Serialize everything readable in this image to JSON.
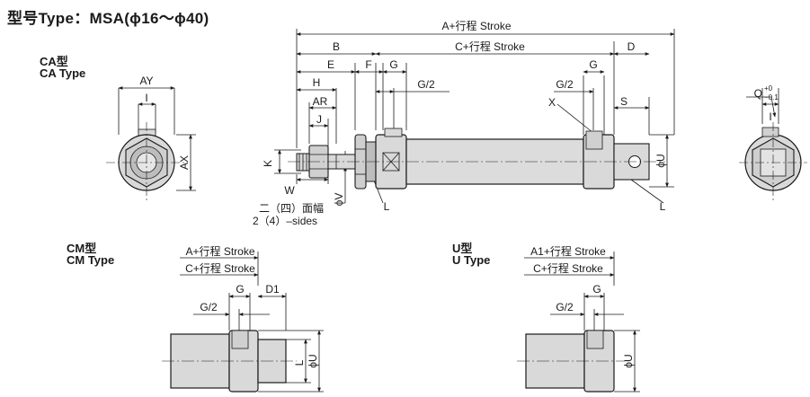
{
  "title": "型号Type：MSA(ϕ16～ϕ40)",
  "colors": {
    "line": "#1a1a1a",
    "part_fill": "#d9d9d9",
    "part_dark": "#9a9a9a",
    "background": "#ffffff"
  },
  "ca": {
    "label_cn": "CA型",
    "label_en": "CA Type",
    "dims": {
      "ay": "AY",
      "i": "I",
      "ax": "AX"
    }
  },
  "main": {
    "dims": {
      "a_stroke": "A+行程 Stroke",
      "b": "B",
      "c_stroke": "C+行程 Stroke",
      "d": "D",
      "e": "E",
      "f": "F",
      "g": "G",
      "g_right": "G",
      "h": "H",
      "g_half": "G/2",
      "g_half_right": "G/2",
      "ar": "AR",
      "j": "J",
      "x": "X",
      "s": "S",
      "k": "K",
      "w": "W",
      "v": "ϕV",
      "l_left": "L",
      "l_right": "L",
      "u": "ϕU"
    },
    "note_cn": "二（四）面幅",
    "note_en": "2（4）–sides"
  },
  "q_view": {
    "q": "Q",
    "tol_plus": "+0",
    "tol_minus": "−0.1",
    "i": "I"
  },
  "cm": {
    "label_cn": "CM型",
    "label_en": "CM Type",
    "dims": {
      "a_stroke": "A+行程 Stroke",
      "c_stroke": "C+行程 Stroke",
      "g": "G",
      "d1": "D1",
      "g_half": "G/2",
      "l": "L",
      "u": "ϕU"
    }
  },
  "u": {
    "label_cn": "U型",
    "label_en": "U Type",
    "dims": {
      "a1_stroke": "A1+行程 Stroke",
      "c_stroke": "C+行程 Stroke",
      "g": "G",
      "g_half": "G/2",
      "u": "ϕU"
    }
  }
}
